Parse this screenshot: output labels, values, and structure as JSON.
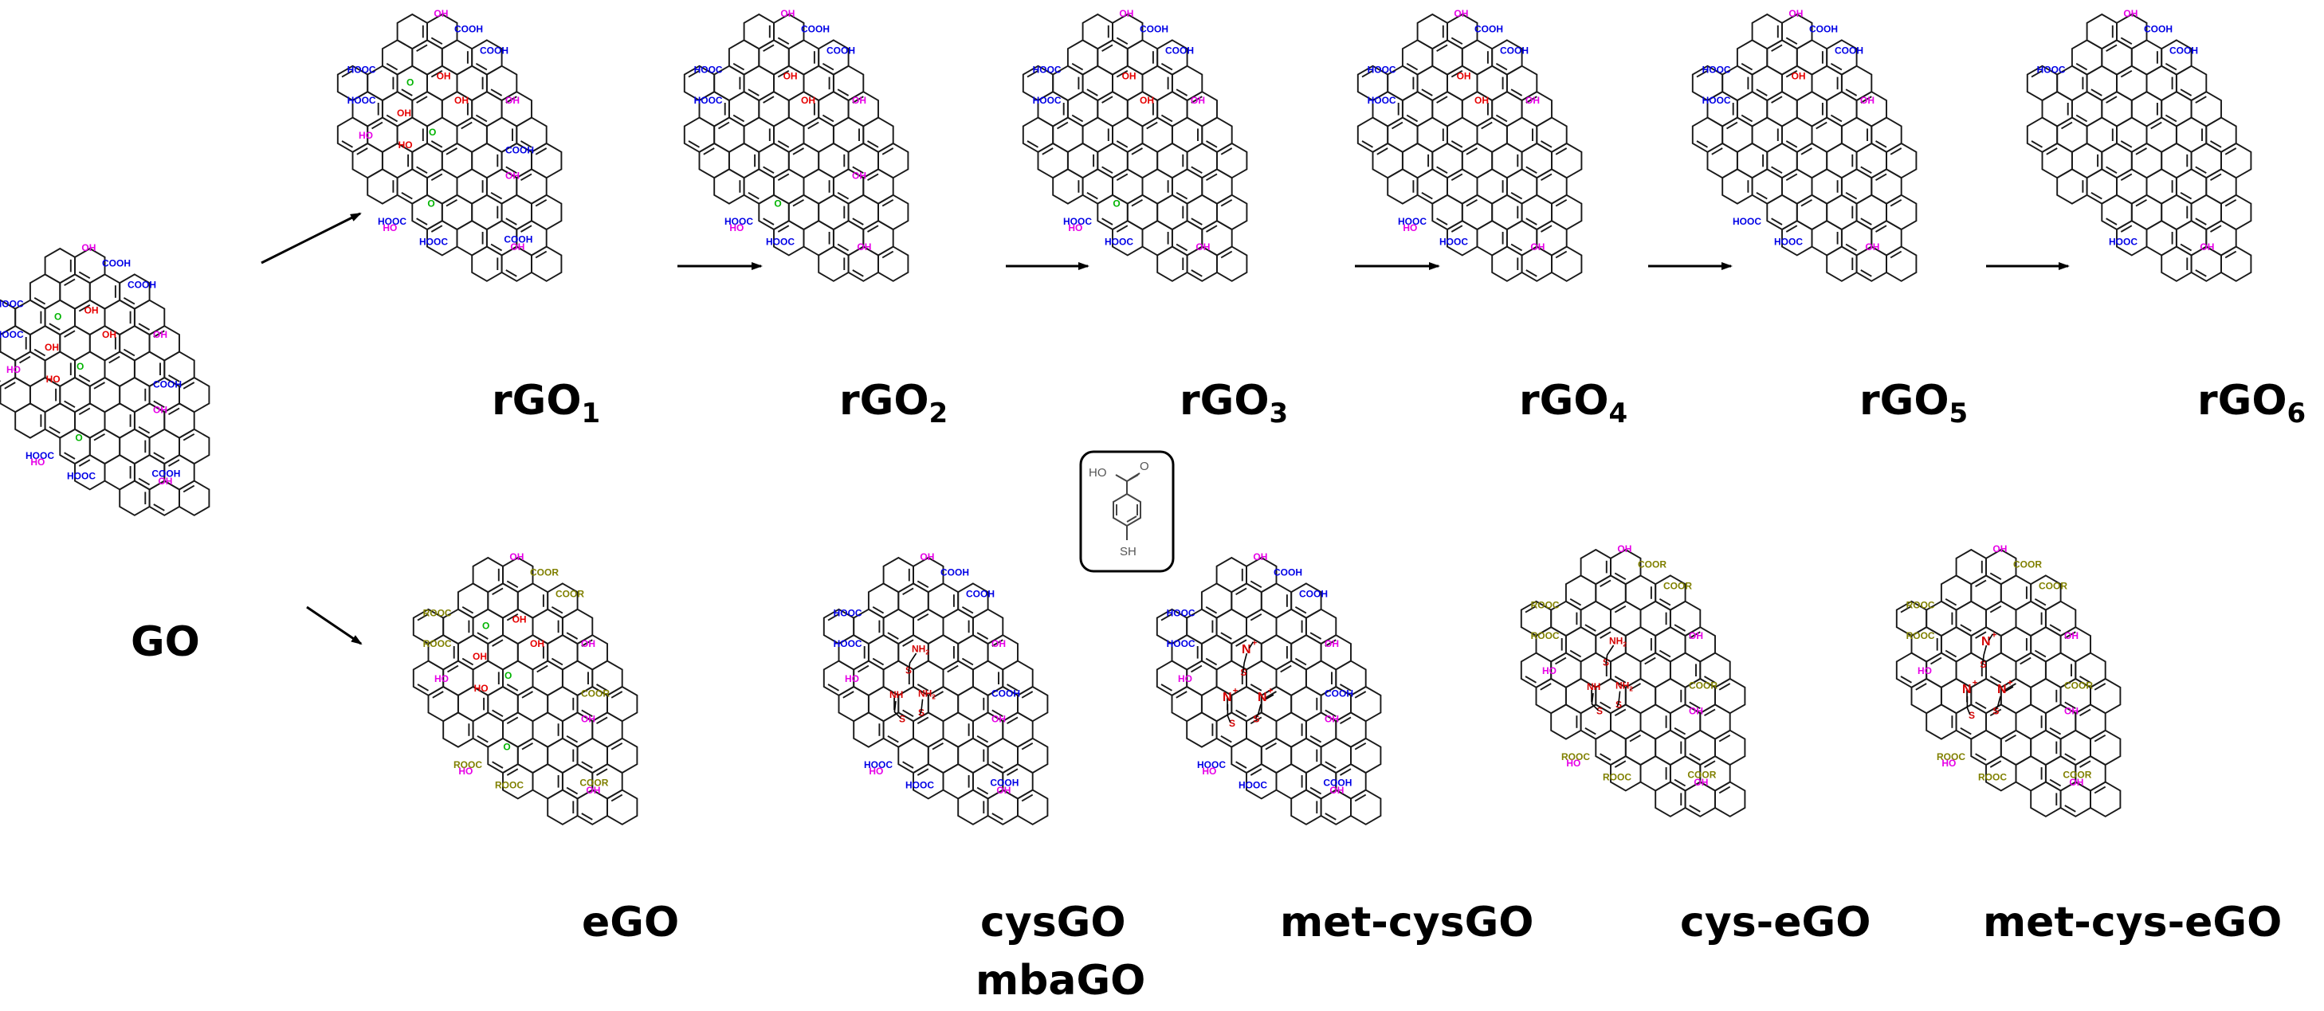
{
  "colors": {
    "lattice": "#1a1a1a",
    "cooh": "#0000e6",
    "oh_edge": "#e600e6",
    "oh_basal": "#e60000",
    "epoxy": "#00b400",
    "coor": "#808000",
    "amine": "#d40000",
    "link": "#000000"
  },
  "groups": {
    "cooh": "COOH",
    "hooc": "HOOC",
    "oh": "OH",
    "ho": "HO",
    "o": "O",
    "coor": "COOR",
    "rooc": "ROOC",
    "nh2": "NH",
    "nh2_sub": "2",
    "nh": "NH",
    "s": "S",
    "n": "N",
    "plus": "+",
    "sh": "SH"
  },
  "labels": {
    "go": "GO",
    "rgo_base": "rGO",
    "rgo1_sub": "1",
    "rgo2_sub": "2",
    "rgo3_sub": "3",
    "rgo4_sub": "4",
    "rgo5_sub": "5",
    "rgo6_sub": "6",
    "ego": "eGO",
    "cysgo": "cysGO",
    "mbago": "mbaGO",
    "metcysgo": "met-cysGO",
    "cysego": "cys-eGO",
    "metcysego": "met-cys-eGO"
  },
  "inset": {
    "formula_groups": [
      "HO",
      "O",
      "SH"
    ]
  }
}
